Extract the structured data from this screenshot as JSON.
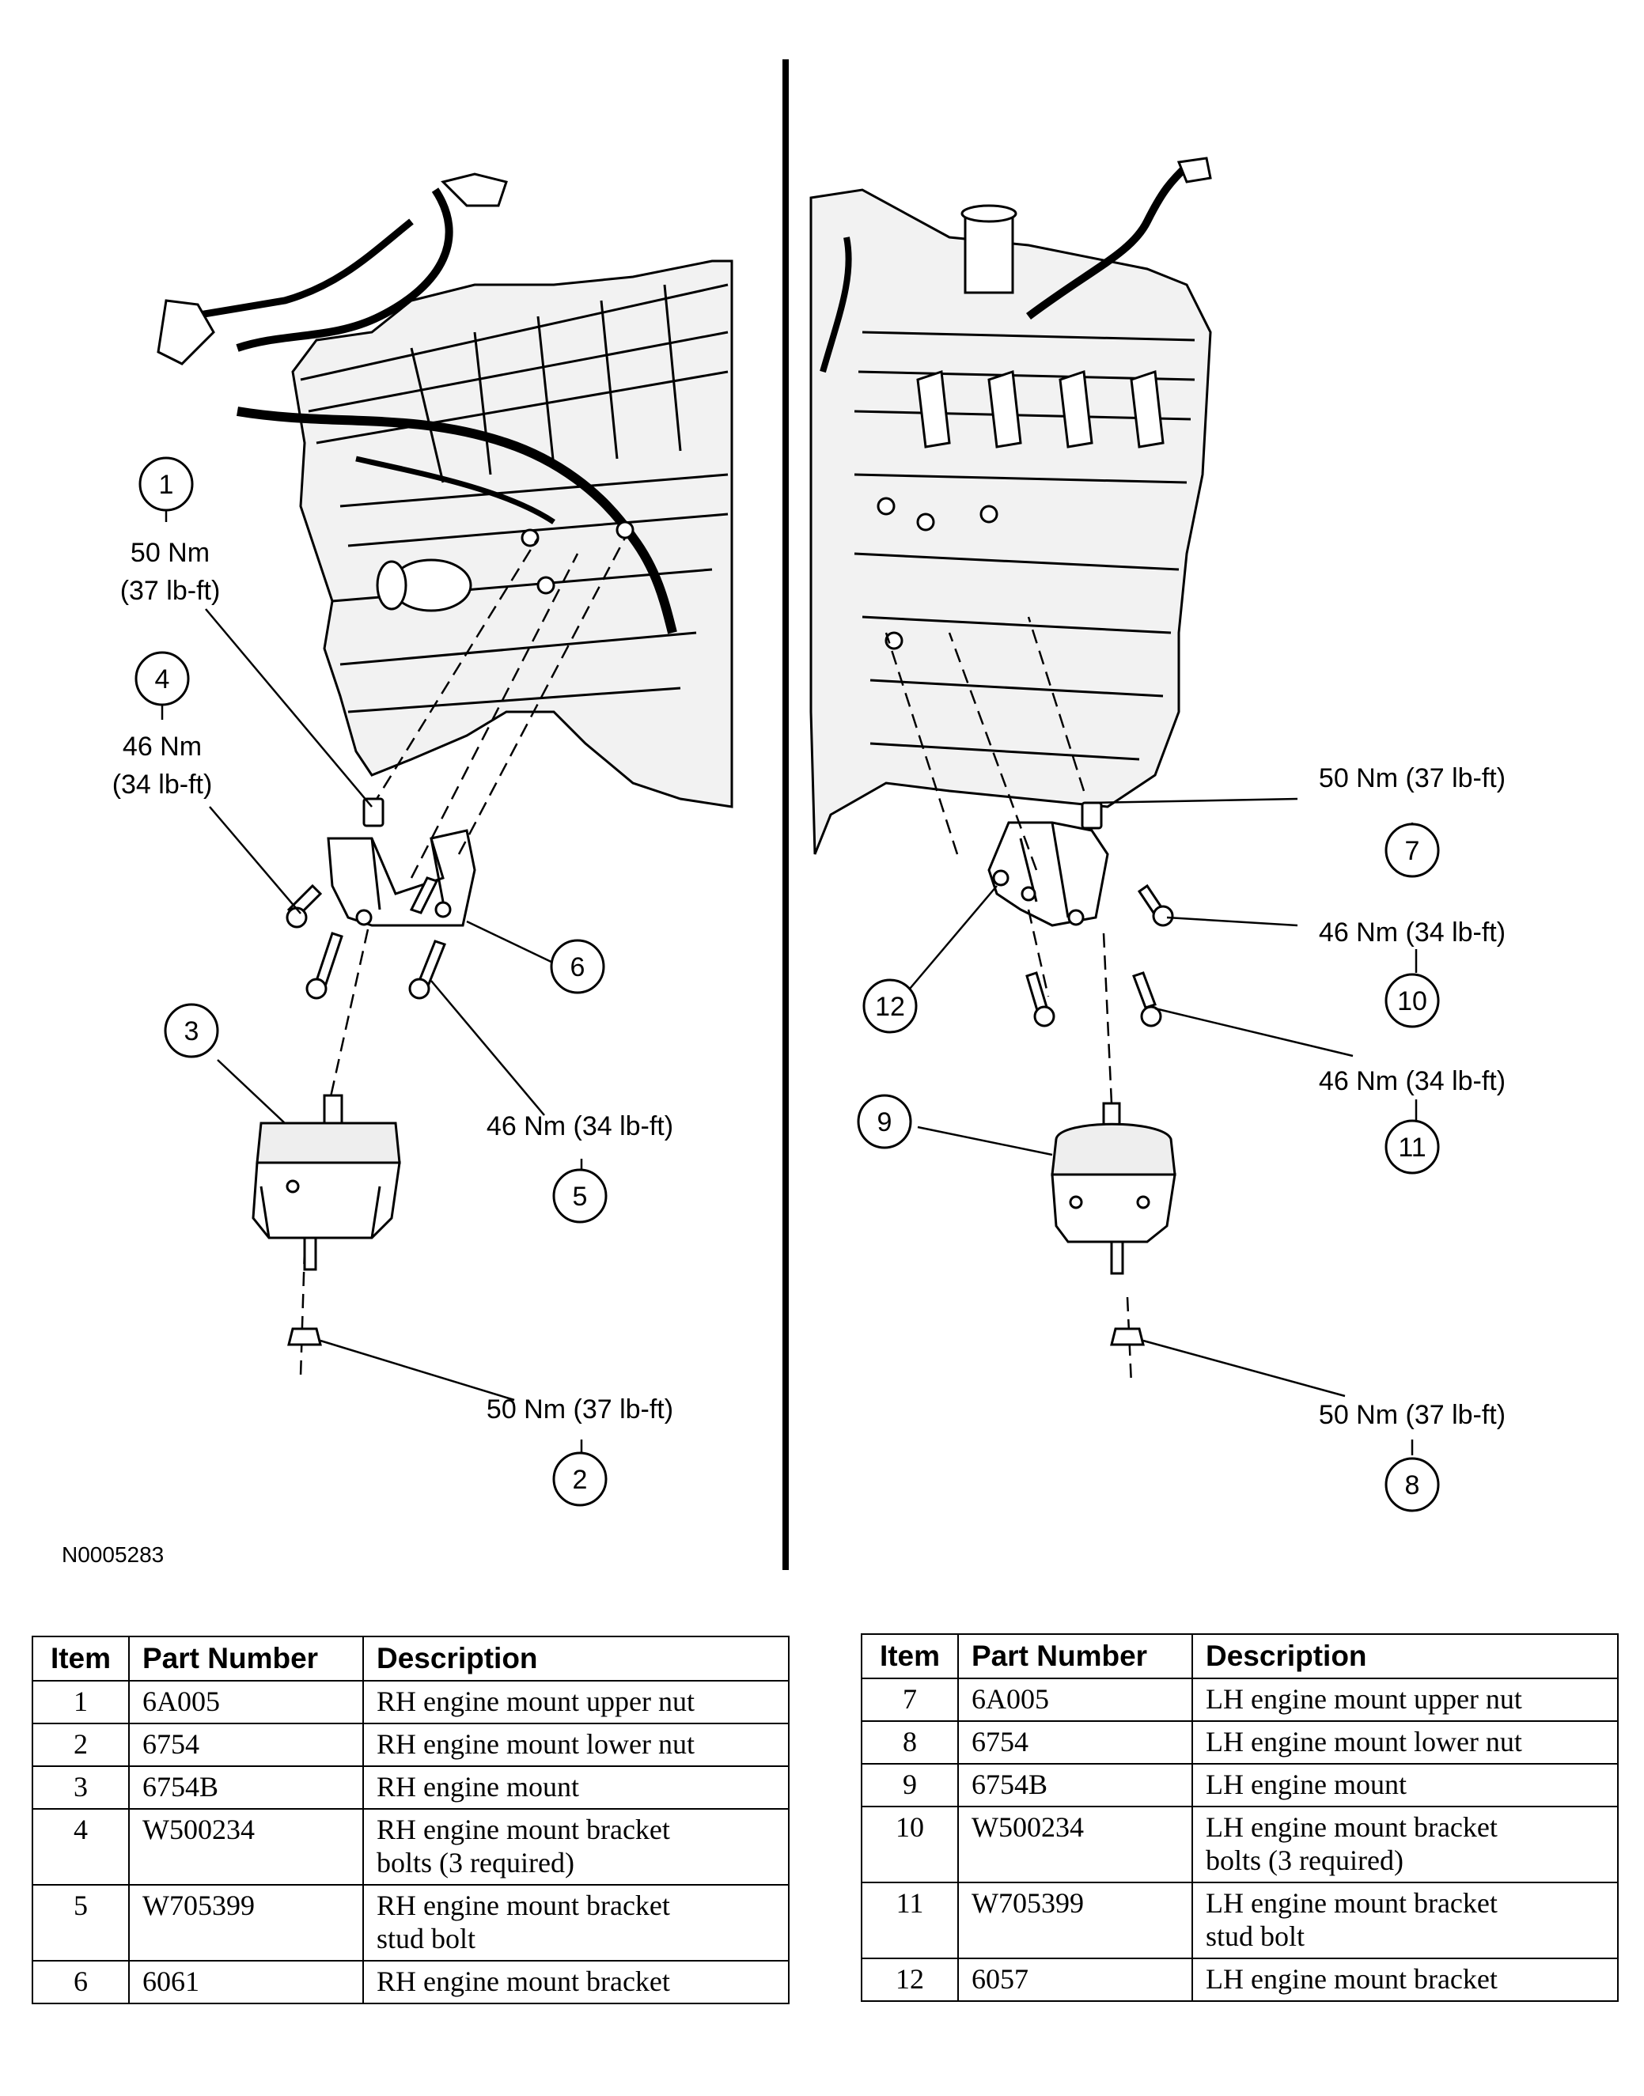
{
  "figure_id": "N0005283",
  "callouts": [
    {
      "num": "1",
      "torque": [
        "50 Nm",
        "(37 lb-ft)"
      ]
    },
    {
      "num": "4",
      "torque": [
        "46 Nm",
        "(34 lb-ft)"
      ]
    },
    {
      "num": "6",
      "torque": []
    },
    {
      "num": "3",
      "torque": []
    },
    {
      "num": "5",
      "torque": [
        "46 Nm (34 lb-ft)"
      ]
    },
    {
      "num": "2",
      "torque": [
        "50 Nm (37 lb-ft)"
      ]
    },
    {
      "num": "7",
      "torque": [
        "50 Nm (37 lb-ft)"
      ]
    },
    {
      "num": "10",
      "torque": [
        "46 Nm (34 lb-ft)"
      ]
    },
    {
      "num": "11",
      "torque": [
        "46 Nm (34 lb-ft)"
      ]
    },
    {
      "num": "12",
      "torque": []
    },
    {
      "num": "9",
      "torque": []
    },
    {
      "num": "8",
      "torque": [
        "50 Nm (37 lb-ft)"
      ]
    }
  ],
  "tables": {
    "headers": {
      "item": "Item",
      "part_number": "Part Number",
      "description": "Description"
    },
    "left": [
      {
        "item": "1",
        "part": "6A005",
        "desc": [
          "RH engine mount upper nut"
        ]
      },
      {
        "item": "2",
        "part": "6754",
        "desc": [
          "RH engine mount lower nut"
        ]
      },
      {
        "item": "3",
        "part": "6754B",
        "desc": [
          "RH engine mount"
        ]
      },
      {
        "item": "4",
        "part": "W500234",
        "desc": [
          "RH engine mount bracket",
          "bolts (3 required)"
        ]
      },
      {
        "item": "5",
        "part": "W705399",
        "desc": [
          "RH engine mount bracket",
          "stud bolt"
        ]
      },
      {
        "item": "6",
        "part": "6061",
        "desc": [
          "RH engine mount bracket"
        ]
      }
    ],
    "right": [
      {
        "item": "7",
        "part": "6A005",
        "desc": [
          "LH engine mount upper nut"
        ]
      },
      {
        "item": "8",
        "part": "6754",
        "desc": [
          "LH engine mount lower nut"
        ]
      },
      {
        "item": "9",
        "part": "6754B",
        "desc": [
          "LH engine mount"
        ]
      },
      {
        "item": "10",
        "part": "W500234",
        "desc": [
          "LH engine mount bracket",
          "bolts (3 required)"
        ]
      },
      {
        "item": "11",
        "part": "W705399",
        "desc": [
          "LH engine mount bracket",
          "stud bolt"
        ]
      },
      {
        "item": "12",
        "part": "6057",
        "desc": [
          "LH engine mount bracket"
        ]
      }
    ]
  }
}
